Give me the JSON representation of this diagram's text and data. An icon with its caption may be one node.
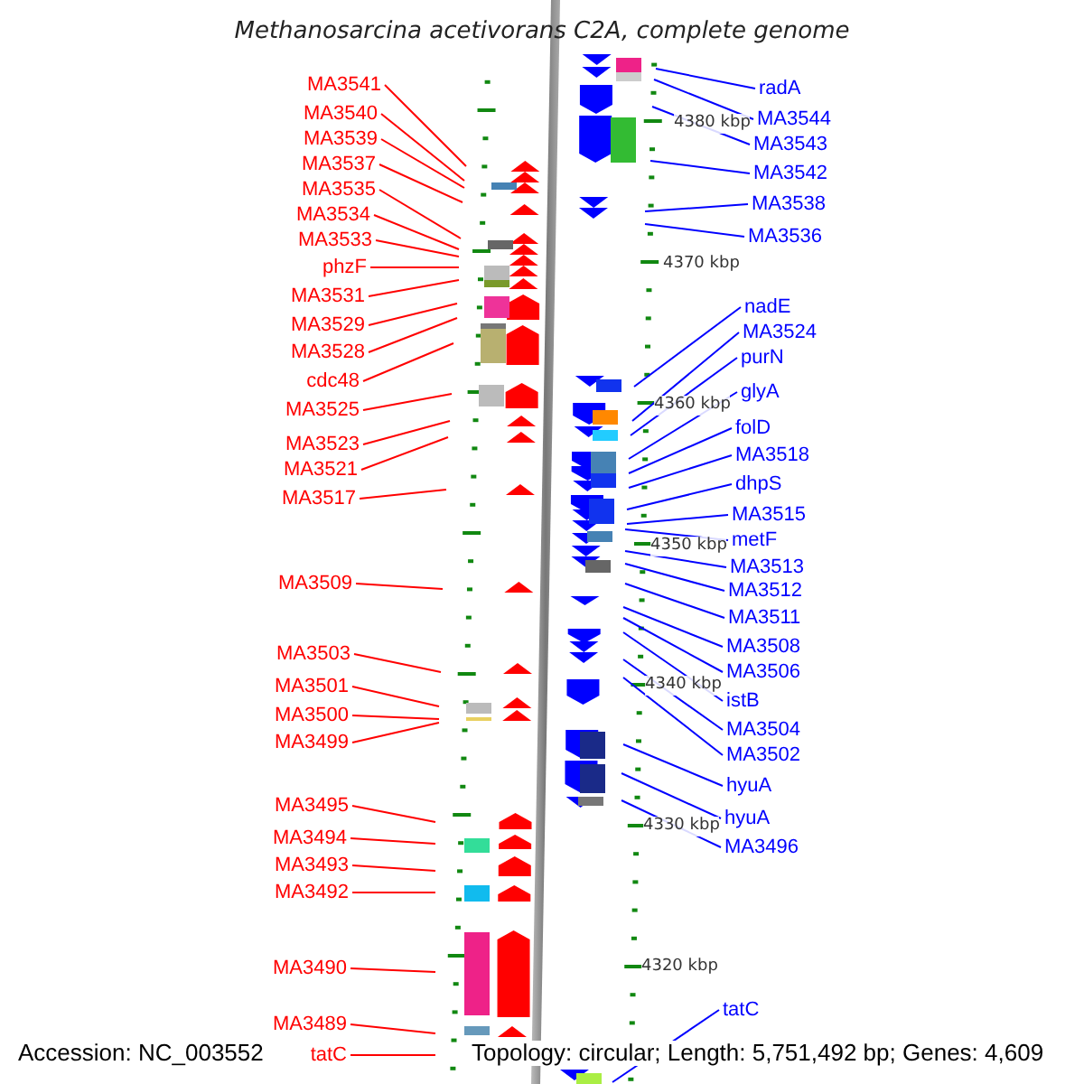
{
  "diagram": {
    "title": "Methanosarcina acetivorans C2A, complete genome",
    "nodes": [
      {
        "text": [
          "MA3541"
        ]
      },
      {
        "text": [
          "MA3540"
        ]
      },
      {
        "text": [
          "MA3539"
        ]
      },
      {
        "text": [
          "MA3537"
        ]
      },
      {
        "text": [
          "MA3535"
        ]
      },
      {
        "text": [
          "MA3534"
        ]
      },
      {
        "text": [
          "MA3533"
        ]
      },
      {
        "text": [
          "phzF"
        ]
      },
      {
        "text": [
          "MA3531"
        ]
      },
      {
        "text": [
          "MA3529"
        ]
      },
      {
        "text": [
          "MA3528"
        ]
      },
      {
        "text": [
          "cdc48"
        ]
      },
      {
        "text": [
          "MA3525"
        ]
      },
      {
        "text": [
          "MA3523"
        ]
      },
      {
        "text": [
          "MA3521"
        ]
      },
      {
        "text": [
          "MA3517"
        ]
      },
      {
        "text": [
          "MA3509"
        ]
      },
      {
        "text": [
          "MA3503"
        ]
      },
      {
        "text": [
          "MA3501"
        ]
      },
      {
        "text": [
          "MA3500"
        ]
      },
      {
        "text": [
          "MA3499"
        ]
      },
      {
        "text": [
          "MA3495"
        ]
      },
      {
        "text": [
          "MA3494"
        ]
      },
      {
        "text": [
          "MA3493"
        ]
      },
      {
        "text": [
          "MA3492"
        ]
      },
      {
        "text": [
          "MA3490"
        ]
      },
      {
        "text": [
          "MA3489"
        ]
      },
      {
        "text": [
          "tatC"
        ]
      },
      {
        "text": [
          "radA"
        ]
      },
      {
        "text": [
          "MA3544"
        ]
      },
      {
        "text": [
          "MA3543"
        ]
      },
      {
        "text": [
          "MA3542"
        ]
      },
      {
        "text": [
          "MA3538"
        ]
      },
      {
        "text": [
          "MA3536"
        ]
      },
      {
        "text": [
          "nadE"
        ]
      },
      {
        "text": [
          "MA3524"
        ]
      },
      {
        "text": [
          "purN"
        ]
      },
      {
        "text": [
          "glyA"
        ]
      },
      {
        "text": [
          "folD"
        ]
      },
      {
        "text": [
          "MA3518"
        ]
      },
      {
        "text": [
          "dhpS"
        ]
      },
      {
        "text": [
          "MA3515"
        ]
      },
      {
        "text": [
          "metF"
        ]
      },
      {
        "text": [
          "MA3513"
        ]
      },
      {
        "text": [
          "MA3512"
        ]
      },
      {
        "text": [
          "MA3511"
        ]
      },
      {
        "text": [
          "MA3508"
        ]
      },
      {
        "text": [
          "MA3506"
        ]
      },
      {
        "text": [
          "istB"
        ]
      },
      {
        "text": [
          "MA3504"
        ]
      },
      {
        "text": [
          "MA3502"
        ]
      },
      {
        "text": [
          "hyuA"
        ]
      },
      {
        "text": [
          "hyuA"
        ]
      },
      {
        "text": [
          "MA3496"
        ]
      },
      {
        "text": [
          "tatC"
        ]
      }
    ],
    "edges": [
      {
        "from": 0,
        "to": null,
        "arrow": "none"
      },
      {
        "from": 1,
        "to": null,
        "arrow": "none"
      },
      {
        "from": 2,
        "to": null,
        "arrow": "none"
      },
      {
        "from": 3,
        "to": null,
        "arrow": "none"
      },
      {
        "from": 4,
        "to": null,
        "arrow": "none"
      },
      {
        "from": 5,
        "to": null,
        "arrow": "none"
      },
      {
        "from": 6,
        "to": null,
        "arrow": "none"
      },
      {
        "from": 7,
        "to": null,
        "arrow": "none"
      },
      {
        "from": 8,
        "to": null,
        "arrow": "none"
      },
      {
        "from": 9,
        "to": null,
        "arrow": "none"
      },
      {
        "from": 10,
        "to": null,
        "arrow": "none"
      },
      {
        "from": 11,
        "to": null,
        "arrow": "none"
      },
      {
        "from": 12,
        "to": null,
        "arrow": "none"
      },
      {
        "from": 13,
        "to": null,
        "arrow": "none"
      },
      {
        "from": 14,
        "to": null,
        "arrow": "none"
      },
      {
        "from": 15,
        "to": null,
        "arrow": "none"
      },
      {
        "from": 16,
        "to": null,
        "arrow": "none"
      },
      {
        "from": 17,
        "to": null,
        "arrow": "none"
      },
      {
        "from": 18,
        "to": null,
        "arrow": "none"
      },
      {
        "from": 19,
        "to": null,
        "arrow": "none"
      },
      {
        "from": 20,
        "to": null,
        "arrow": "none"
      },
      {
        "from": 21,
        "to": null,
        "arrow": "none"
      },
      {
        "from": 22,
        "to": null,
        "arrow": "none"
      },
      {
        "from": 23,
        "to": null,
        "arrow": "none"
      },
      {
        "from": 24,
        "to": null,
        "arrow": "none"
      },
      {
        "from": 25,
        "to": null,
        "arrow": "none"
      },
      {
        "from": 26,
        "to": null,
        "arrow": "none"
      },
      {
        "from": 27,
        "to": null,
        "arrow": "none"
      },
      {
        "from": 28,
        "to": null,
        "arrow": "none",
        "color": "#0000ff"
      },
      {
        "from": 29,
        "to": null,
        "arrow": "none",
        "color": "#0000ff"
      },
      {
        "from": 30,
        "to": null,
        "arrow": "none",
        "color": "#0000ff"
      },
      {
        "from": 31,
        "to": null,
        "arrow": "none",
        "color": "#0000ff"
      },
      {
        "from": 32,
        "to": null,
        "arrow": "none",
        "color": "#0000ff"
      },
      {
        "from": 33,
        "to": null,
        "arrow": "none",
        "color": "#0000ff"
      },
      {
        "from": 34,
        "to": null,
        "arrow": "none",
        "color": "#0000ff"
      },
      {
        "from": 35,
        "to": null,
        "arrow": "none",
        "color": "#0000ff"
      },
      {
        "from": 36,
        "to": null,
        "arrow": "none",
        "color": "#0000ff"
      },
      {
        "from": 37,
        "to": null,
        "arrow": "none",
        "color": "#0000ff"
      },
      {
        "from": 38,
        "to": null,
        "arrow": "none",
        "color": "#0000ff"
      },
      {
        "from": 39,
        "to": null,
        "arrow": "none",
        "color": "#0000ff"
      },
      {
        "from": 40,
        "to": null,
        "arrow": "none",
        "color": "#0000ff"
      },
      {
        "from": 41,
        "to": null,
        "arrow": "none",
        "color": "#0000ff"
      },
      {
        "from": 42,
        "to": null,
        "arrow": "none",
        "color": "#0000ff"
      },
      {
        "from": 43,
        "to": null,
        "arrow": "none",
        "color": "#0000ff"
      },
      {
        "from": 44,
        "to": null,
        "arrow": "none",
        "color": "#0000ff"
      },
      {
        "from": 45,
        "to": null,
        "arrow": "none",
        "color": "#0000ff"
      },
      {
        "from": 46,
        "to": null,
        "arrow": "none",
        "color": "#0000ff"
      },
      {
        "from": 47,
        "to": null,
        "arrow": "none",
        "color": "#0000ff"
      },
      {
        "from": 48,
        "to": null,
        "arrow": "none",
        "color": "#0000ff"
      },
      {
        "from": 49,
        "to": null,
        "arrow": "none",
        "color": "#0000ff"
      },
      {
        "from": 50,
        "to": null,
        "arrow": "none",
        "color": "#0000ff"
      },
      {
        "from": 51,
        "to": null,
        "arrow": "none",
        "color": "#0000ff"
      },
      {
        "from": 52,
        "to": null,
        "arrow": "none",
        "color": "#0000ff"
      },
      {
        "from": 53,
        "to": null,
        "arrow": "none",
        "color": "#0000ff"
      },
      {
        "from": 54,
        "to": null,
        "arrow": "none",
        "color": "#0000ff"
      }
    ],
    "labels": [
      "4380 kbp",
      "4370 kbp",
      "4360 kbp",
      "4350 kbp",
      "4340 kbp",
      "4330 kbp",
      "4320 kbp",
      "Accession: NC_003552",
      "Topology: circular; Length: 5,751,492 bp; Genes: 4,609"
    ]
  }
}
